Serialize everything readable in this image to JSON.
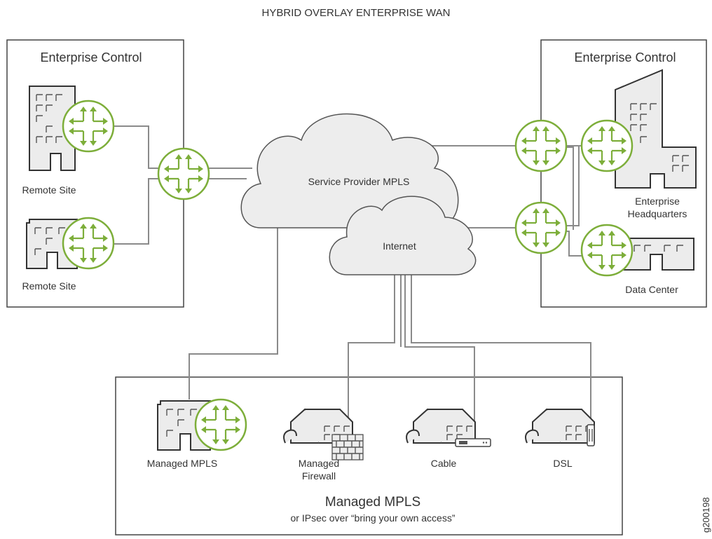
{
  "title": "HYBRID OVERLAY ENTERPRISE WAN",
  "left_panel": {
    "title": "Enterprise Control",
    "site1_label": "Remote Site",
    "site2_label": "Remote Site"
  },
  "right_panel": {
    "title": "Enterprise Control",
    "hq_label_line1": "Enterprise",
    "hq_label_line2": "Headquarters",
    "dc_label": "Data Center"
  },
  "clouds": {
    "mpls": "Service Provider MPLS",
    "internet": "Internet"
  },
  "bottom_panel": {
    "title": "Managed MPLS",
    "subtitle": "or IPsec over “bring your own access”",
    "items": [
      {
        "line1": "Managed MPLS",
        "line2": ""
      },
      {
        "line1": "Managed",
        "line2": "Firewall"
      },
      {
        "line1": "Cable",
        "line2": ""
      },
      {
        "line1": "DSL",
        "line2": ""
      }
    ]
  },
  "figure_id": "g200198",
  "colors": {
    "router_green": "#7dae3a",
    "cloud_fill": "#ededed",
    "line_gray": "#8a8a8a"
  },
  "icons": [
    "router-icon",
    "office-building-icon",
    "house-icon",
    "firewall-icon",
    "cable-modem-icon",
    "dsl-modem-icon",
    "cloud-icon"
  ]
}
